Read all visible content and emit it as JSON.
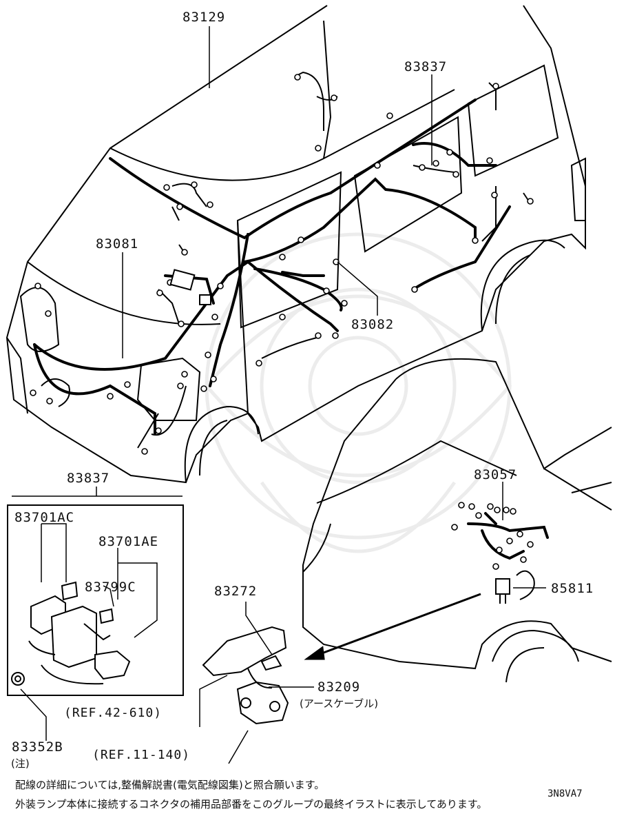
{
  "callouts": {
    "p83129": "83129",
    "p83837_top": "83837",
    "p83081": "83081",
    "p83082": "83082",
    "p83057": "83057",
    "p85811": "85811",
    "p83837_box": "83837",
    "p83701AC": "83701AC",
    "p83701AE": "83701AE",
    "p83799C": "83799C",
    "p83272": "83272",
    "p83209": "83209",
    "p83209_note": "(アースケーブル)",
    "p83352B": "83352B",
    "p83352B_note": "(注)"
  },
  "references": {
    "ref1": "(REF.42-610)",
    "ref2": "(REF.11-140)"
  },
  "footer": {
    "note1": "配線の詳細については,整備解説書(電気配線図集)と照合願います。",
    "note2": "外装ランプ本体に接続するコネクタの補用品部番をこのグループの最終イラストに表示してあります。",
    "diagram_code": "3N8VA7"
  },
  "colors": {
    "line": "#000000",
    "watermark": "#ebebeb",
    "background": "#ffffff"
  }
}
